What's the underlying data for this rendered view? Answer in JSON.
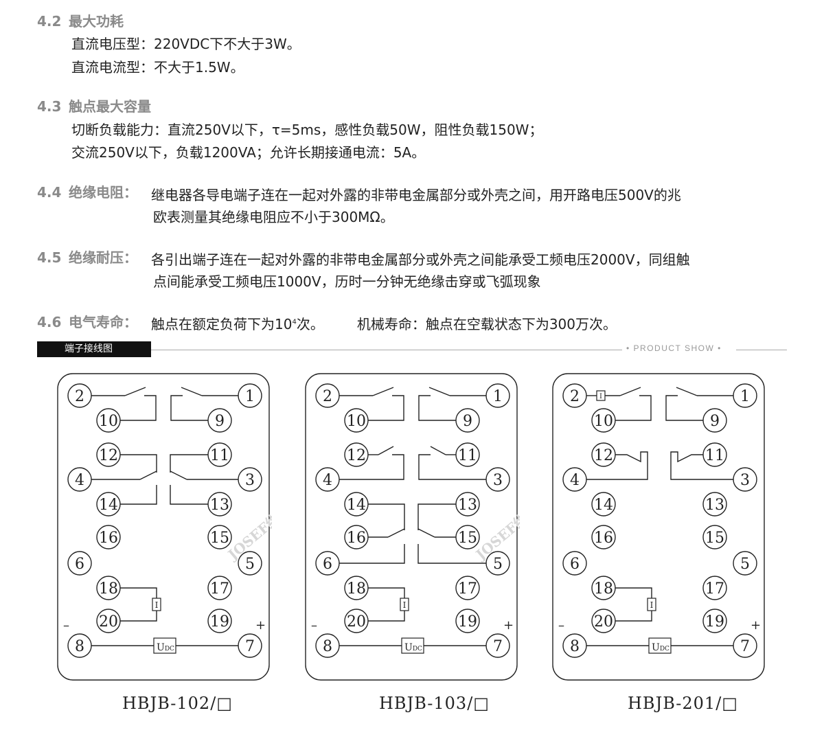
{
  "specs": {
    "s42": {
      "num": "4.2",
      "title": "最大功耗",
      "lines": [
        "直流电压型：220VDC下不大于3W。",
        "直流电流型：不大于1.5W。"
      ]
    },
    "s43": {
      "num": "4.3",
      "title": "触点最大容量",
      "lines": [
        "切断负载能力：直流250V以下，τ=5ms，感性负载50W，阻性负载150W；",
        "交流250V以下，负载1200VA；允许长期接通电流：5A。"
      ]
    },
    "s44": {
      "num": "4.4",
      "title": "绝缘电阻：",
      "lines": [
        "继电器各导电端子连在一起对外露的非带电金属部分或外壳之间，用开路电压500V的兆",
        "欧表测量其绝缘电阻应不小于300MΩ。"
      ]
    },
    "s45": {
      "num": "4.5",
      "title": "绝缘耐压：",
      "lines": [
        "各引出端子连在一起对外露的非带电金属部分或外壳之间能承受工频电压2000V，同组触",
        "点间能承受工频电压1000V，历时一分钟无绝缘击穿或飞弧现象"
      ]
    },
    "s46": {
      "num": "4.6",
      "title": "电气寿命：",
      "text_a": "触点在额定负荷下为10",
      "sup": "4",
      "text_b": "次。",
      "text_c": "机械寿命：触点在空载状态下为300万次。"
    }
  },
  "section": {
    "label": "端子接线图",
    "tag": "• PRODUCT SHOW •"
  },
  "terminal_labels": {
    "left": [
      "2",
      "10",
      "12",
      "4",
      "14",
      "16",
      "6",
      "18",
      "20",
      "8"
    ],
    "right": [
      "1",
      "9",
      "11",
      "3",
      "13",
      "15",
      "5",
      "17",
      "19",
      "7"
    ]
  },
  "polarity": {
    "minus": "–",
    "plus": "+"
  },
  "symbols": {
    "current": "I",
    "udc_main": "U",
    "udc_sub": "DC"
  },
  "watermark": "JOSEF约瑟",
  "models": [
    "HBJB-102/□",
    "HBJB-103/□",
    "HBJB-201/□"
  ]
}
